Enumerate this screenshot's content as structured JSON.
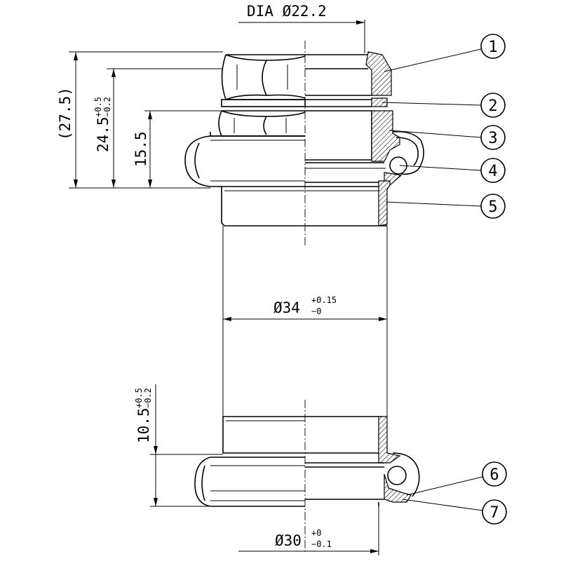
{
  "dimensions": {
    "dia_top": {
      "label": "DIA Ø22.2"
    },
    "overall_height": {
      "label": "(27.5)"
    },
    "stack_height": {
      "main": "24.5",
      "tol_upper": "+0.5",
      "tol_lower": "−0.2"
    },
    "cup_height": {
      "main": "15.5"
    },
    "cup_od": {
      "main": "Ø34",
      "tol_upper": "+0.15",
      "tol_lower": "−0"
    },
    "crown_height": {
      "main": "10.5",
      "tol_upper": "+0.5",
      "tol_lower": "−0.2"
    },
    "crown_id": {
      "main": "Ø30",
      "tol_upper": "+0",
      "tol_lower": "−0.1"
    }
  },
  "balloons": [
    "1",
    "2",
    "3",
    "4",
    "5",
    "6",
    "7"
  ]
}
